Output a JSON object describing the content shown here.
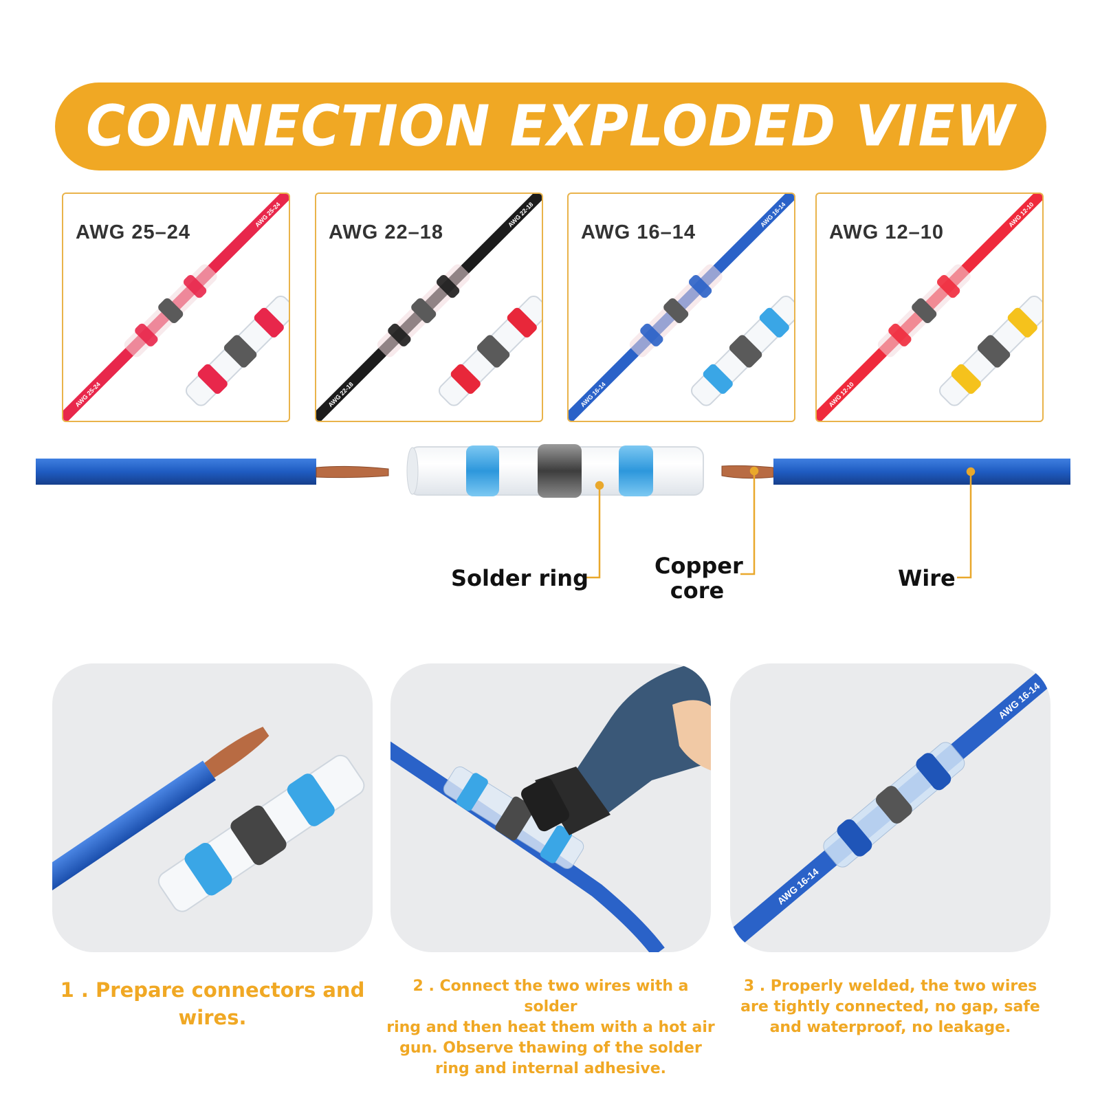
{
  "banner": {
    "title": "CONNECTION EXPLODED VIEW",
    "color": "#f0a824"
  },
  "gauges": [
    {
      "label": "AWG 25–24",
      "wire_color": "#e8274b",
      "ring_color": "#e8274b",
      "wire_text": "AWG 25-24"
    },
    {
      "label": "AWG 22–18",
      "wire_color": "#1c1c1c",
      "ring_color": "#e8273a",
      "wire_text": "AWG 22-18"
    },
    {
      "label": "AWG 16–14",
      "wire_color": "#2a62c8",
      "ring_color": "#3aa6e6",
      "wire_text": "AWG 16-14"
    },
    {
      "label": "AWG 12–10",
      "wire_color": "#ef2a3c",
      "ring_color": "#f5c21c",
      "wire_text": "AWG 12-10"
    }
  ],
  "diagram": {
    "callouts": {
      "solder_ring": "Solder ring",
      "copper_core_line1": "Copper",
      "copper_core_line2": "core",
      "wire": "Wire"
    },
    "wire_color": "#2160c4",
    "ring_color": "#3aa6e6",
    "leader_color": "#e9a82c"
  },
  "steps": [
    {
      "lines": [
        "1 . Prepare connectors and",
        "wires."
      ],
      "icon": "wire-and-connector-image"
    },
    {
      "lines": [
        "2 . Connect the two wires with a solder",
        "ring and then heat them with a hot air",
        "gun. Observe thawing of the solder",
        "ring and internal adhesive."
      ],
      "icon": "heat-gun-image"
    },
    {
      "lines": [
        "3 . Properly welded, the two wires",
        "are tightly connected, no gap, safe",
        "and waterproof, no leakage."
      ],
      "icon": "welded-wire-image"
    }
  ],
  "step3_wire_text": "AWG 16-14",
  "caption_color": "#f0a824"
}
